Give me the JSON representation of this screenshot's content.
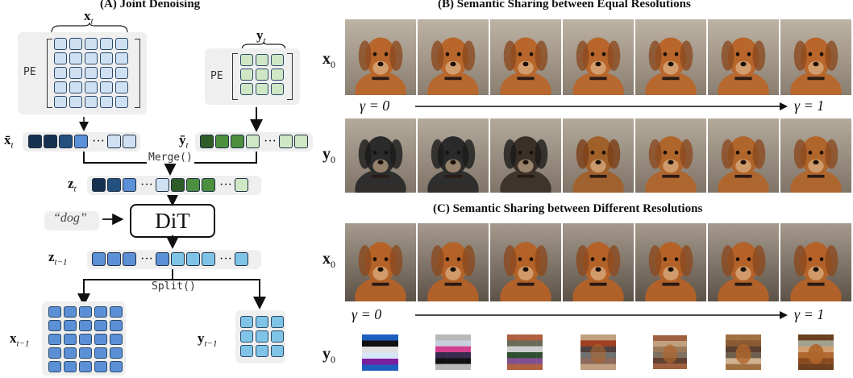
{
  "panels": {
    "a_title": "(A) Joint Denoising",
    "b_title": "(B) Semantic Sharing between Equal Resolutions",
    "c_title": "(C) Semantic Sharing between Different Resolutions"
  },
  "diagram": {
    "x_t": "x",
    "x_t_sub": "t",
    "y_t": "y",
    "y_t_sub": "t",
    "pe_left": "PE",
    "pe_right": "PE",
    "xbar_t": "x̄",
    "xbar_sub": "t",
    "ybar_t": "ȳ",
    "ybar_sub": "t",
    "merge": "Merge()",
    "z_t": "z",
    "z_t_sub": "t",
    "prompt": "“dog”",
    "dit": "DiT",
    "z_tm1": "z",
    "z_tm1_sub": "t−1",
    "split": "Split()",
    "x_tm1": "x",
    "x_tm1_sub": "t−1",
    "y_tm1": "y",
    "y_tm1_sub": "t−1",
    "dots": "···"
  },
  "rows": {
    "b_x0": "x",
    "b_x0_sub": "0",
    "b_y0": "y",
    "b_y0_sub": "0",
    "c_x0": "x",
    "c_x0_sub": "0",
    "c_y0": "y",
    "c_y0_sub": "0",
    "gamma_start": "γ = 0",
    "gamma_end": "γ = 1"
  },
  "colors": {
    "light_blue": "#cfe0f3",
    "mid_blue": "#5b8fd6",
    "dark_navy": "#16304f",
    "navy": "#23507f",
    "green_dark": "#2e5d27",
    "green_mid": "#4c8f3e",
    "green_light": "#cfe7c4",
    "cyan": "#7fc4e6",
    "panel_gray": "#efefef"
  }
}
